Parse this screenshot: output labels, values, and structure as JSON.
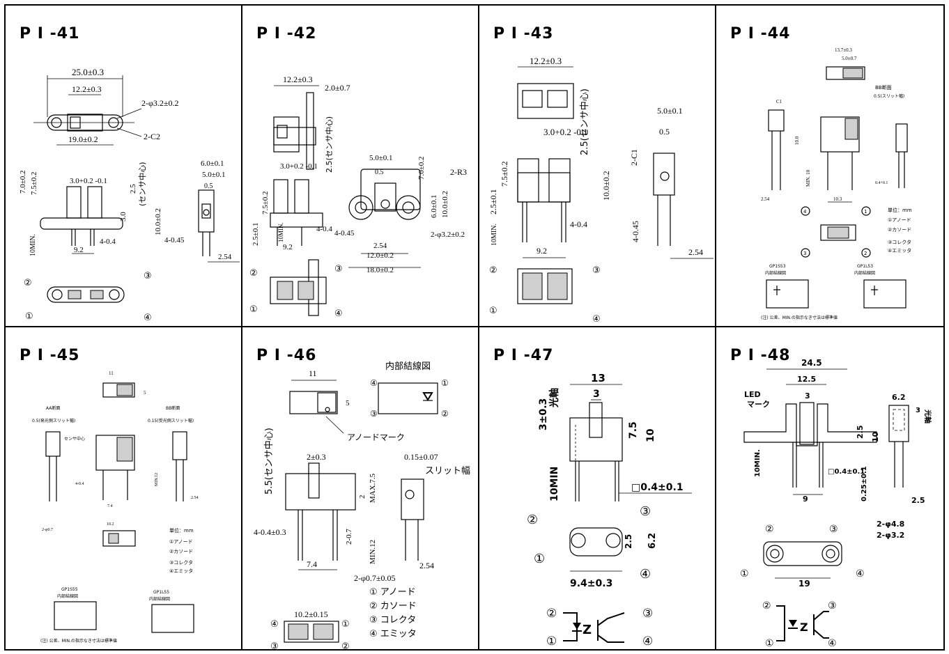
{
  "panels": [
    {
      "id": "PI-41",
      "title": "P Ⅰ -41",
      "dims": [
        "25.0±0.3",
        "12.2±0.3",
        "2-φ3.2±0.2",
        "2-C2",
        "19.0±0.2",
        "7.0±0.2",
        "7.5±0.2",
        "3.0+0.2 -0.1",
        "2.5",
        "(センサ中心)",
        "3.0",
        "10.0±0.2",
        "6.0±0.1",
        "5.0±0.1",
        "0.5",
        "10MIN.",
        "4-0.4",
        "9.2",
        "4-0.45",
        "2.54"
      ],
      "pins": [
        "①",
        "②",
        "③",
        "④"
      ]
    },
    {
      "id": "PI-42",
      "title": "P Ⅰ -42",
      "dims": [
        "12.2±0.3",
        "2.0±0.7",
        "3.0+0.2 -0.1",
        "2.5(センサ中心)",
        "5.0±0.1",
        "0.5",
        "2-R3",
        "7.0±0.2",
        "2.5±0.1",
        "7.5±0.2",
        "10MIN.",
        "10.0±0.2",
        "6.0±0.1",
        "4-0.4",
        "4-0.45",
        "2-φ3.2±0.2",
        "2.54",
        "9.2",
        "12.0±0.2",
        "18.0±0.2"
      ],
      "pins": [
        "①",
        "②",
        "③",
        "④"
      ]
    },
    {
      "id": "PI-43",
      "title": "P Ⅰ -43",
      "dims": [
        "12.2±0.3",
        "3.0+0.2 -0.1",
        "2.5(センサ中心)",
        "5.0±0.1",
        "0.5",
        "2-C1",
        "2.5±0.1",
        "7.5±0.2",
        "10MIN.",
        "10.0±0.2",
        "4-0.4",
        "4-0.45",
        "9.2",
        "2.54"
      ],
      "pins": [
        "①",
        "②",
        "③",
        "④"
      ]
    },
    {
      "id": "PI-44",
      "title": "P Ⅰ -44",
      "dims": [
        "13.7±0.3",
        "5.0±0.7",
        "BB断面",
        "0.5(スリット幅)",
        "C1",
        "10.0",
        "MIN. 10",
        "2.54",
        "10.3",
        "0.4+0.1"
      ],
      "legend": [
        "単位：mm",
        "①アノード",
        "②カソード",
        "③コレクタ",
        "④エミッタ"
      ],
      "circuits": [
        "GP1S53",
        "内部結線図",
        "GP1L53",
        "内部結線図"
      ],
      "note": "(注) 公差、MIN.の指示なき寸法は標準値"
    },
    {
      "id": "PI-45",
      "title": "P Ⅰ -45",
      "dims": [
        "11",
        "5",
        "AA断面",
        "BB断面",
        "0.5(発光側スリット幅)",
        "0.15(受光側スリット幅)",
        "センサ中心",
        "2.54",
        "2-φ0.7",
        "10.2",
        "MIN.12",
        "7.4",
        "4-0.4"
      ],
      "legend": [
        "単位：mm",
        "①アノード",
        "②カソード",
        "③コレクタ",
        "④エミッタ"
      ],
      "circuits": [
        "GP1S55",
        "内部結線図",
        "GP1L55",
        "内部結線図"
      ],
      "note": "(注) 公差、MIN.の指示なき寸法は標準値"
    },
    {
      "id": "PI-46",
      "title": "P Ⅰ -46",
      "dims": [
        "11",
        "5",
        "内部結線図",
        "アノードマーク",
        "0.15±0.07",
        "スリット幅",
        "5.5(センサ中心)",
        "2±0.3",
        "2",
        "MAX.7.5",
        "4-0.4±0.3",
        "2-0.7",
        "MIN.12",
        "7.4",
        "2.54",
        "2-φ0.7±0.05",
        "10.2±0.15"
      ],
      "legend": [
        "① アノード",
        "② カソード",
        "③ コレクタ",
        "④ エミッタ"
      ]
    },
    {
      "id": "PI-47",
      "title": "P Ⅰ -47",
      "dims": [
        "3±0.3",
        "光軸",
        "13",
        "3",
        "7.5",
        "10",
        "10MIN",
        "□0.4±0.1",
        "2.5",
        "6.2",
        "9.4±0.3"
      ],
      "pins": [
        "①",
        "②",
        "③",
        "④"
      ]
    },
    {
      "id": "PI-48",
      "title": "P Ⅰ -48",
      "dims": [
        "24.5",
        "12.5",
        "3",
        "LED",
        "マーク",
        "6.2",
        "3",
        "光軸",
        "2.5",
        "10",
        "10MIN.",
        "□0.4±0.1",
        "0.25±0.1",
        "9",
        "2.5",
        "2-φ4.8",
        "2-φ3.2",
        "19"
      ],
      "pins": [
        "①",
        "②",
        "③",
        "④"
      ]
    }
  ]
}
